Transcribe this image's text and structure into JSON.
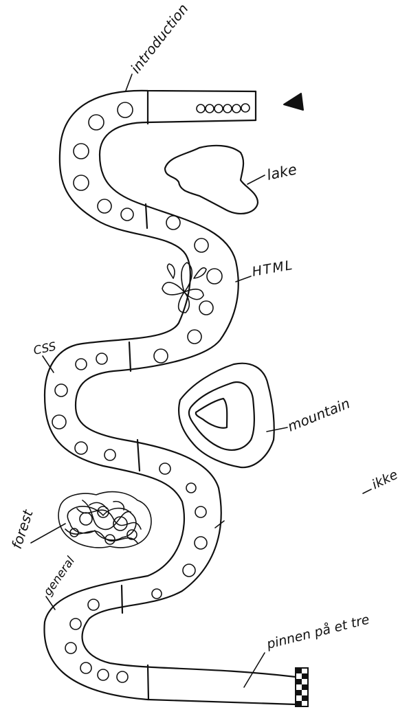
{
  "map": {
    "labels": {
      "introduction": "introduction",
      "lake": "lake",
      "html": "HTML",
      "css": "CSS",
      "mountain": "mountain",
      "ikke": "ikke",
      "forest": "forest",
      "general": "general",
      "pinnen": "pinnen på et tre"
    },
    "icons": {
      "start_marker": "triangle-icon",
      "flower": "flower-icon",
      "forest_scribble": "forest-scribble-icon",
      "end_pole": "checkered-pole-icon"
    },
    "colors": {
      "ink": "#111111",
      "paper": "#ffffff"
    }
  }
}
